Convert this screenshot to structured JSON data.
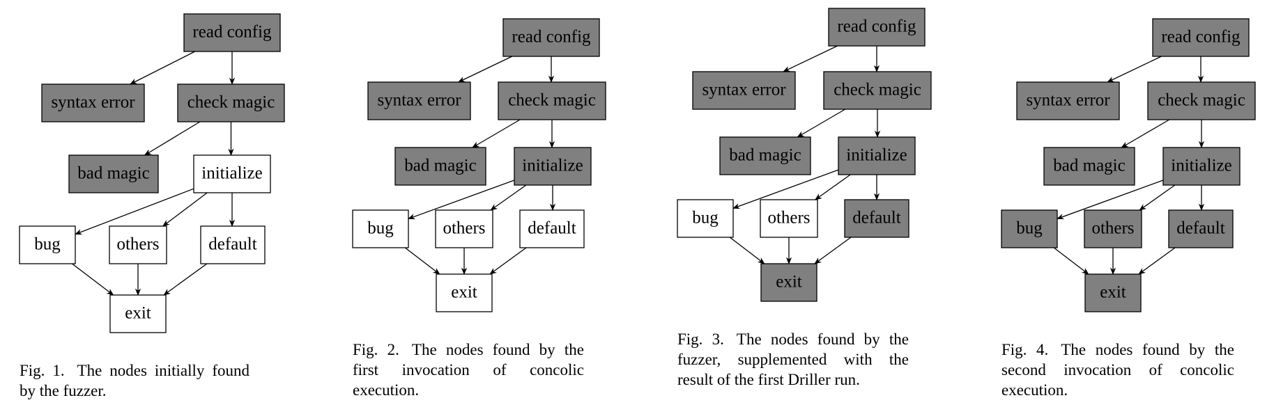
{
  "node_colors": {
    "found": "#808080",
    "not_found": "#ffffff",
    "stroke": "#000000"
  },
  "figures": [
    {
      "label": "Fig. 1.",
      "caption": "The nodes initially found by the fuzzer.",
      "nodes": {
        "read_config": {
          "label": "read config",
          "found": true
        },
        "syntax_error": {
          "label": "syntax error",
          "found": true
        },
        "check_magic": {
          "label": "check magic",
          "found": true
        },
        "bad_magic": {
          "label": "bad magic",
          "found": true
        },
        "initialize": {
          "label": "initialize",
          "found": false
        },
        "bug": {
          "label": "bug",
          "found": false
        },
        "others": {
          "label": "others",
          "found": false
        },
        "default": {
          "label": "default",
          "found": false
        },
        "exit": {
          "label": "exit",
          "found": false
        }
      }
    },
    {
      "label": "Fig. 2.",
      "caption": "The nodes found by the first invocation of concolic execution.",
      "nodes": {
        "read_config": {
          "label": "read config",
          "found": true
        },
        "syntax_error": {
          "label": "syntax error",
          "found": true
        },
        "check_magic": {
          "label": "check magic",
          "found": true
        },
        "bad_magic": {
          "label": "bad magic",
          "found": true
        },
        "initialize": {
          "label": "initialize",
          "found": true
        },
        "bug": {
          "label": "bug",
          "found": false
        },
        "others": {
          "label": "others",
          "found": false
        },
        "default": {
          "label": "default",
          "found": false
        },
        "exit": {
          "label": "exit",
          "found": false
        }
      }
    },
    {
      "label": "Fig. 3.",
      "caption": "The nodes found by the fuzzer, supplemented with the result of the first Driller run.",
      "nodes": {
        "read_config": {
          "label": "read config",
          "found": true
        },
        "syntax_error": {
          "label": "syntax error",
          "found": true
        },
        "check_magic": {
          "label": "check magic",
          "found": true
        },
        "bad_magic": {
          "label": "bad magic",
          "found": true
        },
        "initialize": {
          "label": "initialize",
          "found": true
        },
        "bug": {
          "label": "bug",
          "found": false
        },
        "others": {
          "label": "others",
          "found": false
        },
        "default": {
          "label": "default",
          "found": true
        },
        "exit": {
          "label": "exit",
          "found": true
        }
      }
    },
    {
      "label": "Fig. 4.",
      "caption": "The nodes found by the second invocation of concolic execution.",
      "nodes": {
        "read_config": {
          "label": "read config",
          "found": true
        },
        "syntax_error": {
          "label": "syntax error",
          "found": true
        },
        "check_magic": {
          "label": "check magic",
          "found": true
        },
        "bad_magic": {
          "label": "bad magic",
          "found": true
        },
        "initialize": {
          "label": "initialize",
          "found": true
        },
        "bug": {
          "label": "bug",
          "found": true
        },
        "others": {
          "label": "others",
          "found": true
        },
        "default": {
          "label": "default",
          "found": true
        },
        "exit": {
          "label": "exit",
          "found": true
        }
      }
    }
  ],
  "edges": [
    [
      "read_config",
      "syntax_error"
    ],
    [
      "read_config",
      "check_magic"
    ],
    [
      "check_magic",
      "bad_magic"
    ],
    [
      "check_magic",
      "initialize"
    ],
    [
      "initialize",
      "bug"
    ],
    [
      "initialize",
      "others"
    ],
    [
      "initialize",
      "default"
    ],
    [
      "bug",
      "exit"
    ],
    [
      "others",
      "exit"
    ],
    [
      "default",
      "exit"
    ]
  ]
}
